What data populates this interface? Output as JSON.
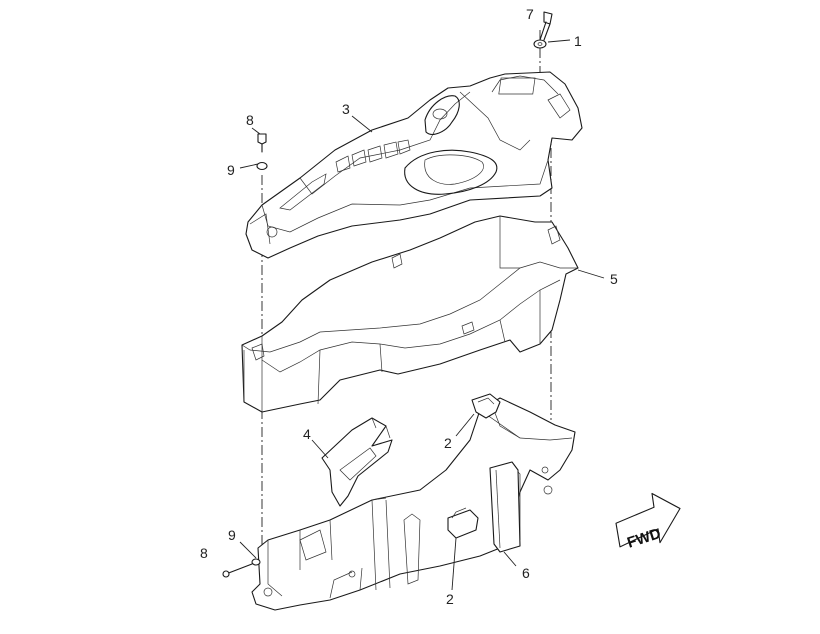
{
  "callouts": [
    {
      "id": "c7",
      "text": "7"
    },
    {
      "id": "c1",
      "text": "1"
    },
    {
      "id": "c3",
      "text": "3"
    },
    {
      "id": "c8a",
      "text": "8"
    },
    {
      "id": "c9a",
      "text": "9"
    },
    {
      "id": "c5",
      "text": "5"
    },
    {
      "id": "c4",
      "text": "4"
    },
    {
      "id": "c2a",
      "text": "2"
    },
    {
      "id": "c9b",
      "text": "9"
    },
    {
      "id": "c8b",
      "text": "8"
    },
    {
      "id": "c6",
      "text": "6"
    },
    {
      "id": "c2b",
      "text": "2"
    }
  ],
  "direction_arrow": {
    "label": "FWD"
  },
  "colors": {
    "line": "#1a1a1a",
    "background": "#ffffff"
  }
}
